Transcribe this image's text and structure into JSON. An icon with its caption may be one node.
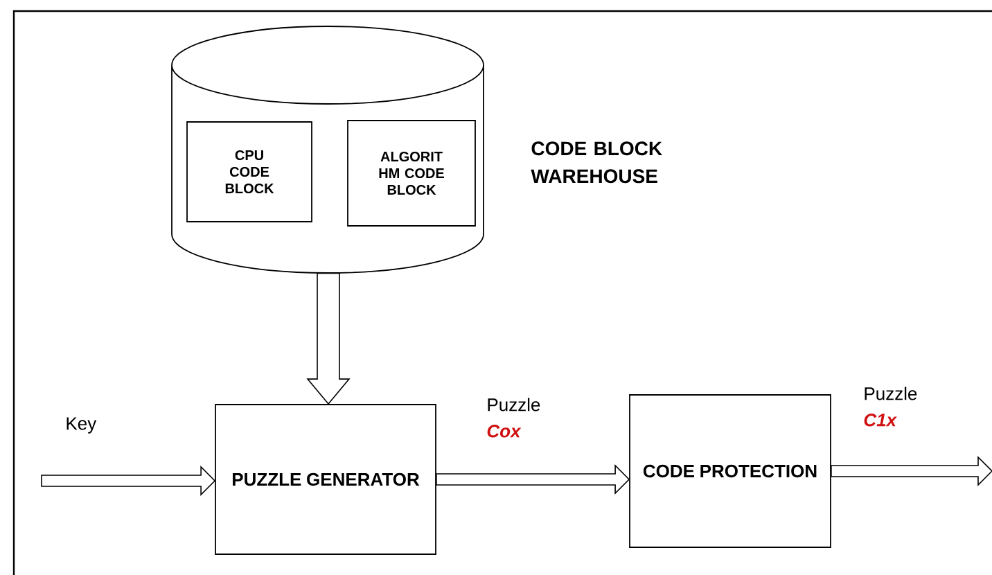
{
  "diagram": {
    "nodes": [
      {
        "text": [],
        "shape": "cylinder",
        "beside": [
          "CODE BLOCK WAREHOUSE"
        ]
      },
      {
        "text": [
          "CPU CODE BLOCK"
        ],
        "in": 0
      },
      {
        "text": [
          "ALGORIT HM CODE BLOCK"
        ],
        "in": 0
      },
      {
        "text": [
          "PUZZLE GENERATOR"
        ]
      },
      {
        "text": [
          "CODE PROTECTION"
        ]
      }
    ],
    "edges": [
      {
        "from": 0,
        "to": 3,
        "arrow": "to"
      },
      {
        "from": null,
        "to": 3,
        "arrow": "to",
        "label": "Key"
      },
      {
        "from": 3,
        "to": 4,
        "arrow": "to",
        "label": "Puzzle *Cox*"
      },
      {
        "from": 4,
        "to": null,
        "arrow": "to",
        "label": "Puzzle *C1x*"
      }
    ]
  }
}
